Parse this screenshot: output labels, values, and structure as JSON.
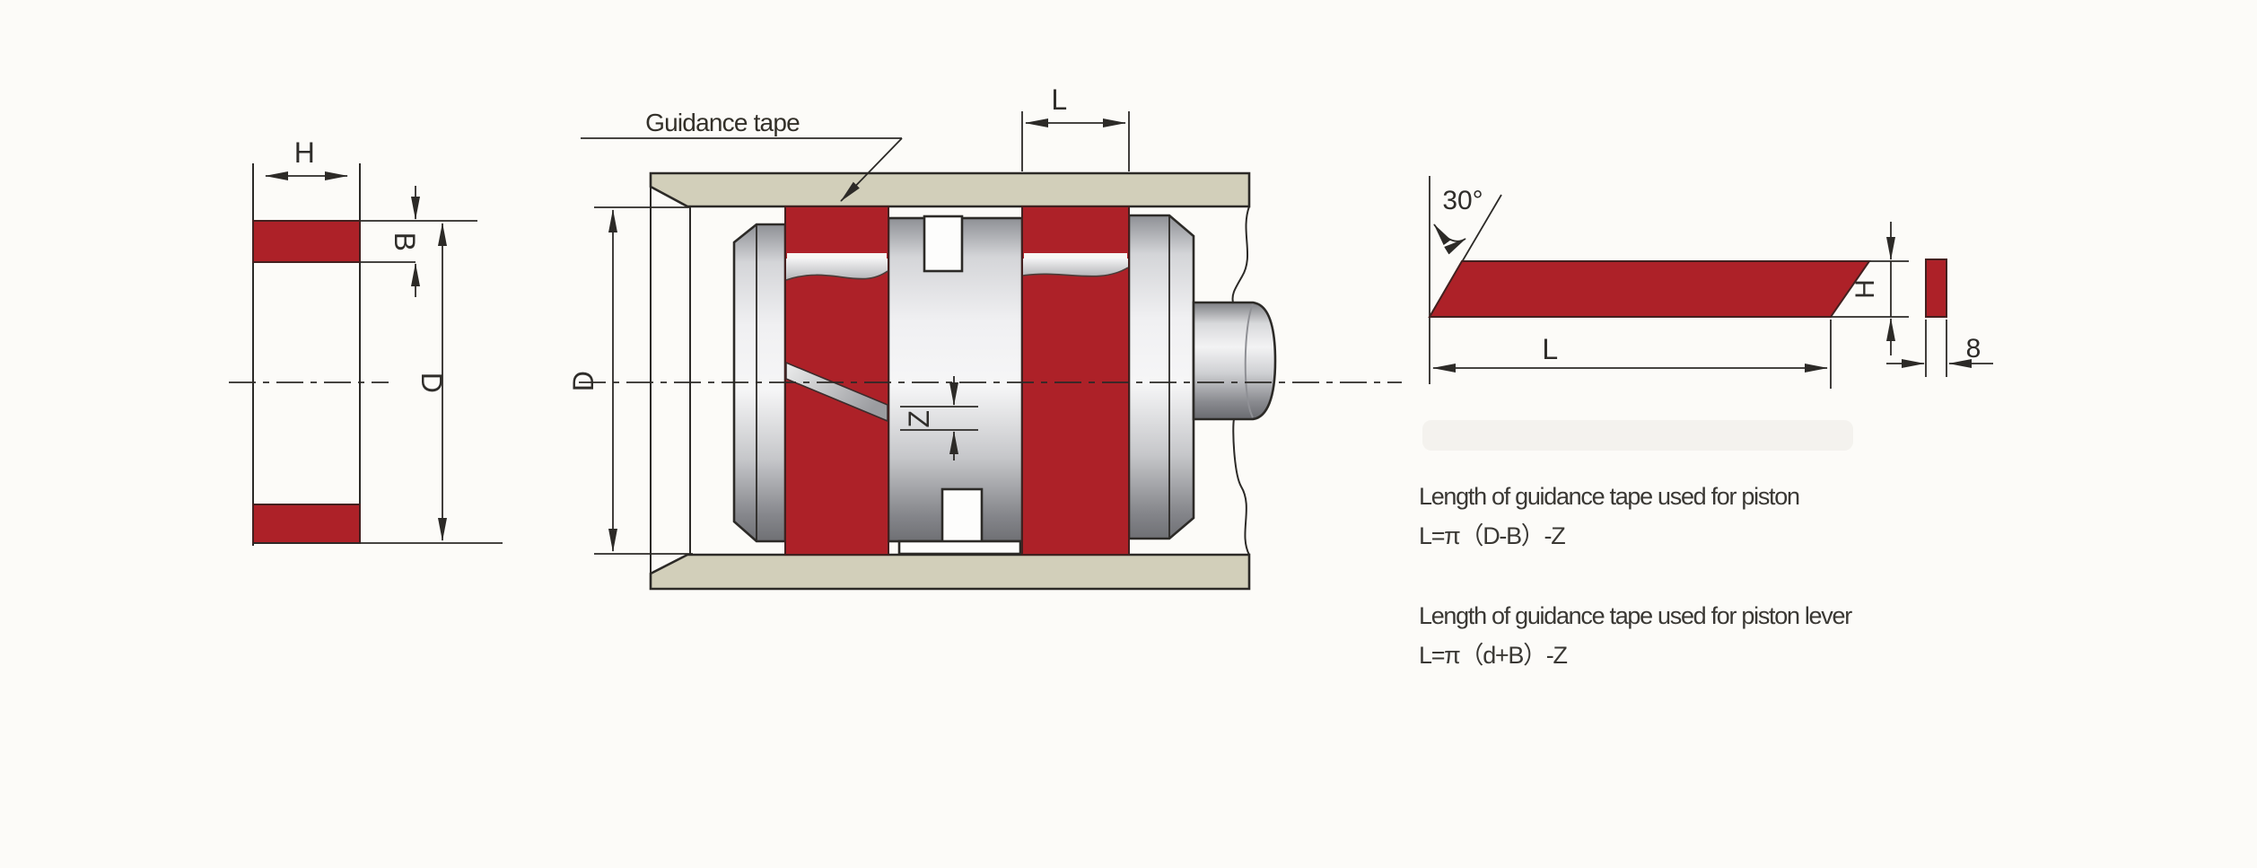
{
  "colors": {
    "tape_red": "#ad2128",
    "cylinder_tan": "#d2cfba",
    "line_dark": "#2c2a27"
  },
  "ring_view": {
    "width_label": "H",
    "thickness_label": "B",
    "diameter_label": "D"
  },
  "assembly_view": {
    "callout": "Guidance tape",
    "tape_width_label": "L",
    "bore_diameter_label": "D",
    "joint_gap_label": "Z"
  },
  "strip_view": {
    "bevel_angle_label": "30°",
    "height_label": "H",
    "length_label": "L",
    "thickness_label": "8"
  },
  "notes": {
    "piston_title": "Length of guidance tape used for piston",
    "piston_formula": "L=π（D-B）-Z",
    "lever_title": "Length of guidance tape used for piston lever",
    "lever_formula": "L=π（d+B）-Z"
  }
}
